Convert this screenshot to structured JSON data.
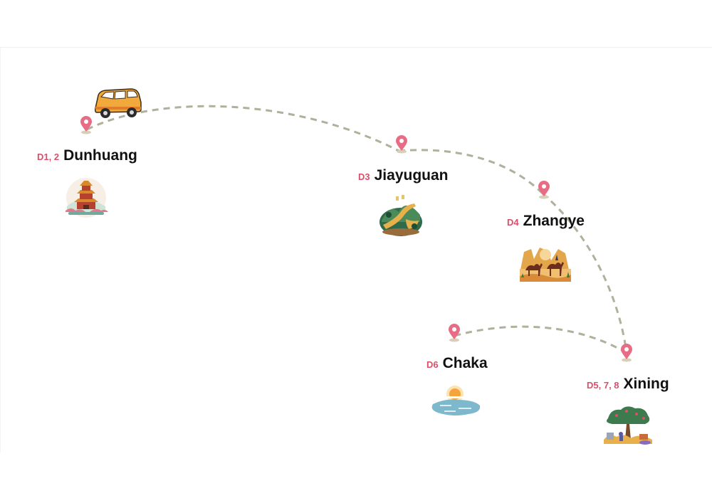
{
  "colors": {
    "route": "#b0b09c",
    "pin": "#e86d84",
    "days": "#d9506a",
    "city": "#111111"
  },
  "stops": [
    {
      "days": "D1, 2",
      "city": "Dunhuang",
      "icon": "pagoda-icon"
    },
    {
      "days": "D3",
      "city": "Jiayuguan",
      "icon": "great-wall-icon"
    },
    {
      "days": "D4",
      "city": "Zhangye",
      "icon": "camel-desert-icon"
    },
    {
      "days": "D5, 7, 8",
      "city": "Xining",
      "icon": "tree-village-icon"
    },
    {
      "days": "D6",
      "city": "Chaka",
      "icon": "salt-lake-sunset-icon"
    }
  ],
  "vehicle_icon": "van-icon"
}
